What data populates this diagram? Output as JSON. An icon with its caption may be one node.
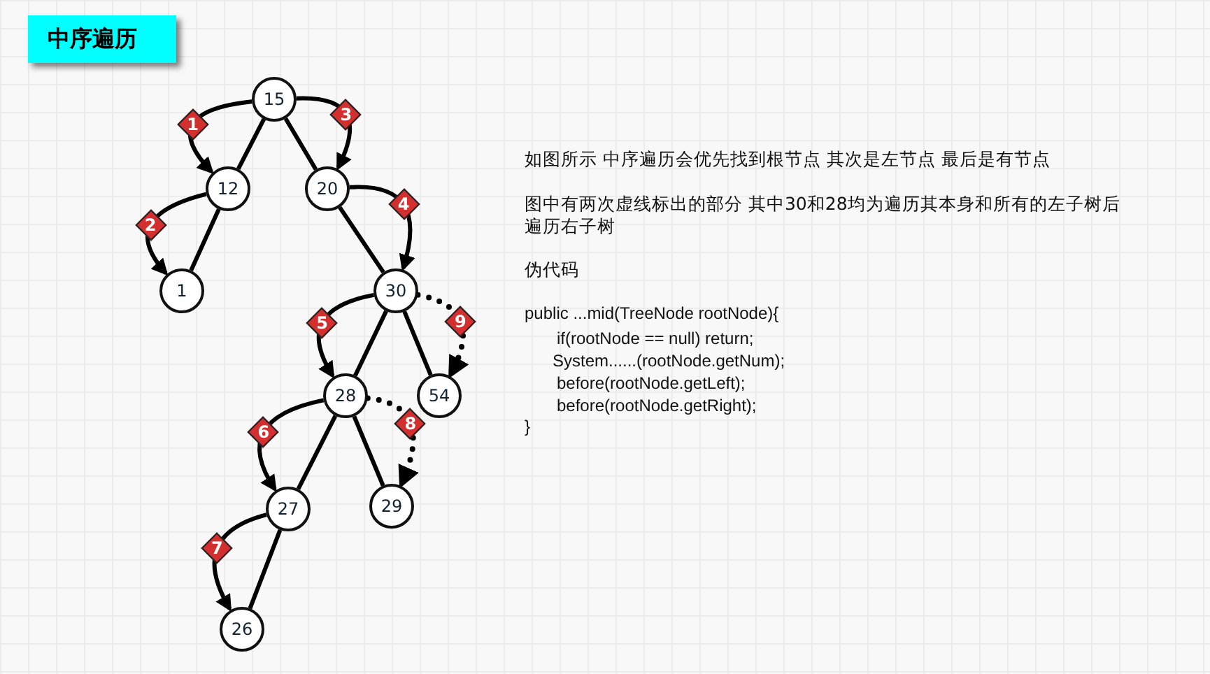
{
  "diagram": {
    "title": "中序遍历",
    "nodes": [
      {
        "text": [
          "15"
        ]
      },
      {
        "text": [
          "12"
        ]
      },
      {
        "text": [
          "20"
        ]
      },
      {
        "text": [
          "1"
        ]
      },
      {
        "text": [
          "30"
        ]
      },
      {
        "text": [
          "28"
        ]
      },
      {
        "text": [
          "54"
        ]
      },
      {
        "text": [
          "27"
        ]
      },
      {
        "text": [
          "29"
        ]
      },
      {
        "text": [
          "26"
        ]
      }
    ],
    "edges": [
      {
        "from": 0,
        "to": 1,
        "arrow": "none"
      },
      {
        "from": 0,
        "to": 2,
        "arrow": "none"
      },
      {
        "from": 1,
        "to": 3,
        "arrow": "none"
      },
      {
        "from": 2,
        "to": 4,
        "arrow": "none"
      },
      {
        "from": 4,
        "to": 5,
        "arrow": "none"
      },
      {
        "from": 4,
        "to": 6,
        "arrow": "none"
      },
      {
        "from": 5,
        "to": 7,
        "arrow": "none"
      },
      {
        "from": 5,
        "to": 8,
        "arrow": "none"
      },
      {
        "from": 7,
        "to": 9,
        "arrow": "none"
      },
      {
        "from": 0,
        "to": 1,
        "arrow": "to",
        "label": "1"
      },
      {
        "from": 1,
        "to": 3,
        "arrow": "to",
        "label": "2"
      },
      {
        "from": 0,
        "to": 2,
        "arrow": "to",
        "label": "3"
      },
      {
        "from": 2,
        "to": 4,
        "arrow": "to",
        "label": "4"
      },
      {
        "from": 4,
        "to": 5,
        "arrow": "to",
        "label": "5"
      },
      {
        "from": 5,
        "to": 7,
        "arrow": "to",
        "label": "6"
      },
      {
        "from": 7,
        "to": 9,
        "arrow": "to",
        "label": "7"
      },
      {
        "from": 5,
        "to": 8,
        "arrow": "to",
        "label": "8",
        "style": "dashed"
      },
      {
        "from": 4,
        "to": 6,
        "arrow": "to",
        "label": "9",
        "style": "dashed"
      }
    ],
    "labels": [
      "如图所示 中序遍历会优先找到根节点 其次是左节点 最后是有节点",
      "图中有两次虚线标出的部分 其中30和28均为遍历其本身和所有的左子树后遍历右子树",
      "伪代码",
      "public ...mid(TreeNode rootNode){",
      "if(rootNode == null) return;",
      "System......(rootNode.getNum);",
      "before(rootNode.getLeft);",
      "before(rootNode.getRight);",
      "}"
    ]
  }
}
